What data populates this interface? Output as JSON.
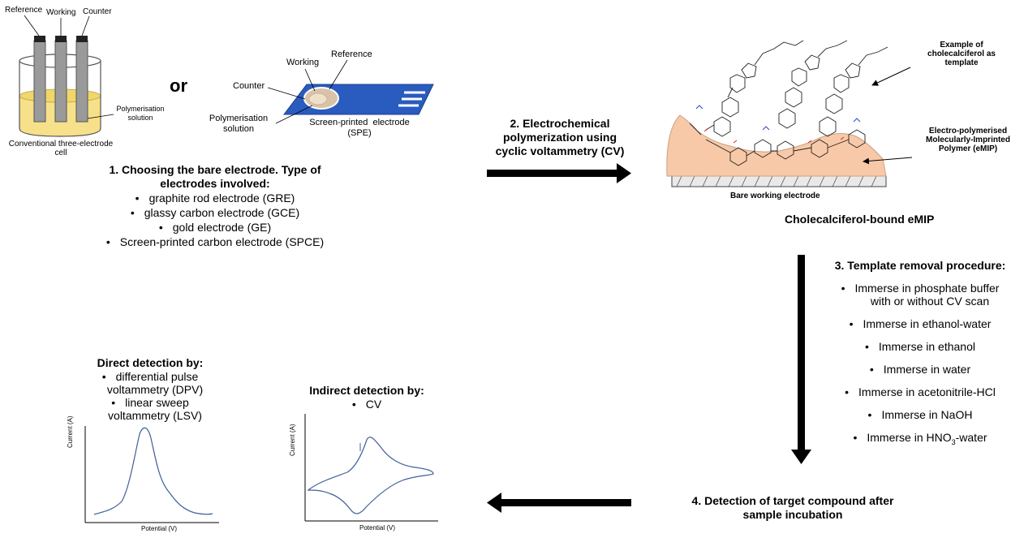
{
  "cell": {
    "reference": "Reference",
    "working": "Working",
    "counter": "Counter",
    "solution_line1": "Polymerisation",
    "solution_line2": "solution",
    "caption_line1": "Conventional three-electrode",
    "caption_line2": "cell"
  },
  "or_text": "or",
  "spe": {
    "working": "Working",
    "reference": "Reference",
    "counter": "Counter",
    "solution_line1": "Polymerisation",
    "solution_line2": "solution",
    "caption_line1": "Screen-printed  electrode",
    "caption_line2": "(SPE)"
  },
  "step1": {
    "title_line1": "1. Choosing the bare electrode. Type of",
    "title_line2": "electrodes involved:",
    "items": [
      "graphite rod electrode (GRE)",
      "glassy carbon electrode (GCE)",
      "gold electrode (GE)",
      "Screen-printed carbon electrode (SPCE)"
    ]
  },
  "step2": {
    "line1": "2. Electrochemical",
    "line2": "polymerization using",
    "line3": "cyclic voltammetry (CV)"
  },
  "emip": {
    "template_line1": "Example of",
    "template_line2": "cholecalciferol as",
    "template_line3": "template",
    "polymer_line1": "Electro-polymerised",
    "polymer_line2": "Molecularly-Imprinted",
    "polymer_line3": "Polymer (eMIP)",
    "bare": "Bare working electrode",
    "caption": "Cholecalciferol-bound eMIP"
  },
  "step3": {
    "title": "3. Template removal procedure:",
    "items": [
      [
        "Immerse in phosphate buffer",
        "with or without CV scan"
      ],
      [
        "Immerse in ethanol-water"
      ],
      [
        "Immerse in ethanol"
      ],
      [
        "Immerse in water"
      ],
      [
        "Immerse in acetonitrile-HCl"
      ],
      [
        "Immerse in NaOH"
      ]
    ],
    "last_prefix": "Immerse in HNO",
    "last_sub": "3",
    "last_suffix": "-water"
  },
  "step4": {
    "line1": "4. Detection of target compound after",
    "line2": "sample incubation"
  },
  "direct": {
    "title": "Direct detection by:",
    "item1_line1": "differential pulse",
    "item1_line2": "voltammetry (DPV)",
    "item2_line1": "linear sweep",
    "item2_line2": "voltammetry (LSV)",
    "xlabel": "Potential (V)",
    "ylabel": "Current (A)"
  },
  "indirect": {
    "title": "Indirect detection by:",
    "item1": "CV",
    "xlabel": "Potential (V)",
    "ylabel": "Current (A)"
  },
  "colors": {
    "solution": "#f6e08a",
    "spe_blue": "#2a5bbf",
    "polymer": "#f8c9a8",
    "curve": "#3f5f9a"
  }
}
